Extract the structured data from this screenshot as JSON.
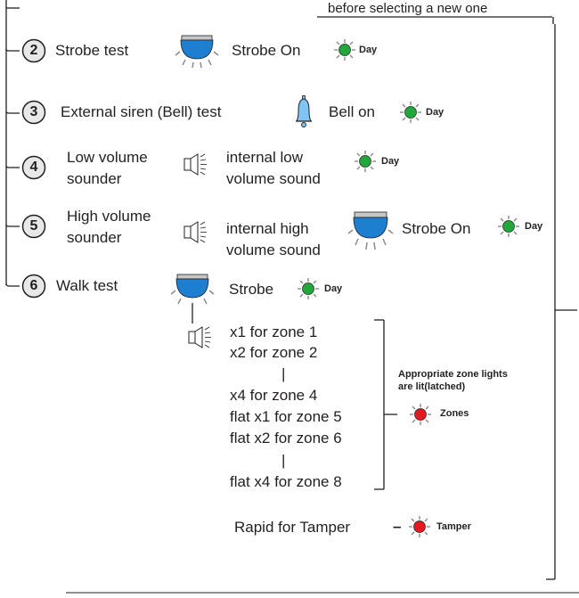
{
  "header": {
    "note": "before selecting a new  one"
  },
  "steps": [
    {
      "number": "2",
      "name": "Strobe test",
      "result": "Strobe On",
      "light": "Day"
    },
    {
      "number": "3",
      "name": "External siren (Bell) test",
      "result": "Bell on",
      "light": "Day"
    },
    {
      "number": "4",
      "name_lines": [
        "Low volume",
        "sounder"
      ],
      "result_lines": [
        "internal low",
        "volume sound"
      ],
      "light": "Day"
    },
    {
      "number": "5",
      "name_lines": [
        "High volume",
        "sounder"
      ],
      "result_lines": [
        "internal high",
        "volume sound"
      ],
      "extra": "Strobe On",
      "light": "Day"
    },
    {
      "number": "6",
      "name": "Walk test",
      "result": "Strobe",
      "light": "Day"
    }
  ],
  "walk_sounds": [
    "x1 for zone 1",
    "x2 for zone 2",
    "|",
    "x4 for zone 4",
    "flat x1 for zone 5",
    "flat x2 for zone 6",
    "|",
    "flat x4 for zone 8"
  ],
  "zones_note": [
    "Appropriate zone lights",
    "are lit(latched)"
  ],
  "zones_light": "Zones",
  "tamper": {
    "label": "Rapid for Tamper",
    "dash": "–",
    "light": "Tamper"
  },
  "colors": {
    "line": "#231f20",
    "strobe_blue": "#1e7fd0",
    "led_green": "#22a83a",
    "led_red": "#e21b23",
    "ray": "#8a8a8a"
  }
}
